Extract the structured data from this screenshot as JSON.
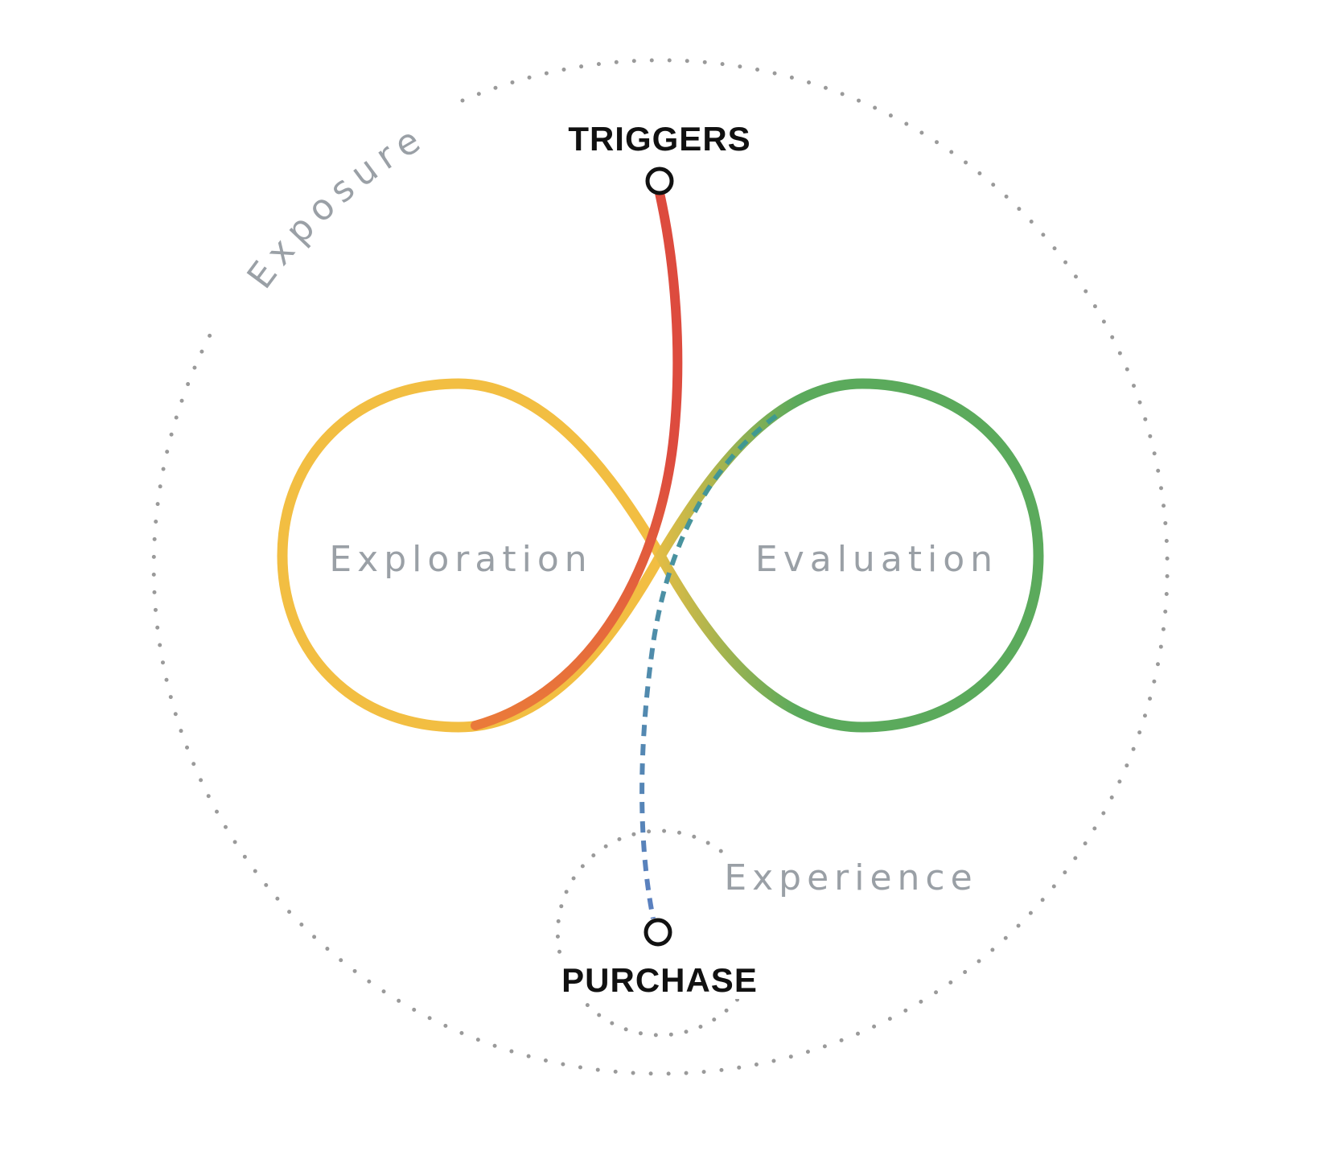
{
  "labels": {
    "triggers": "TRIGGERS",
    "purchase": "PURCHASE",
    "exposure": "Exposure",
    "exploration": "Exploration",
    "evaluation": "Evaluation",
    "experience": "Experience"
  },
  "colors": {
    "exploration_loop": "#F2BE42",
    "evaluation_loop": "#5BAA5C",
    "trigger_path": "#DD4B3E",
    "trigger_path_end": "#EA7A3A",
    "purchase_path_start": "#3E9A8E",
    "purchase_path_end": "#5B7FC0",
    "dotted_circle": "#9a9a9a",
    "area_label": "#9AA0A6",
    "node_label": "#111111"
  }
}
